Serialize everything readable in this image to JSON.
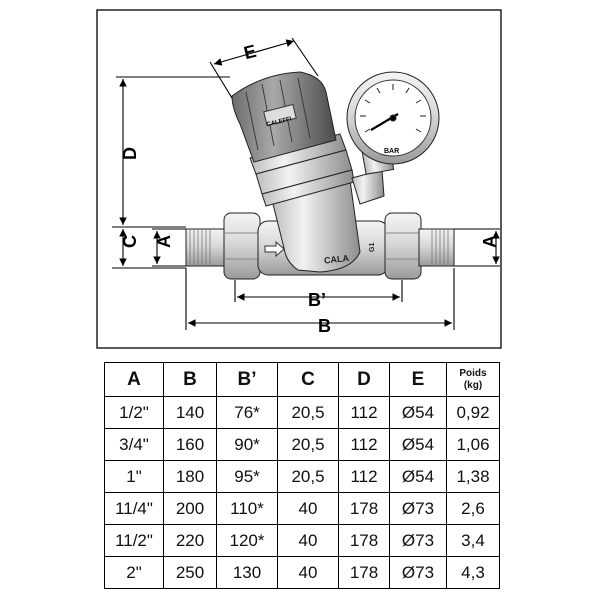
{
  "drawing": {
    "dimension_labels": {
      "E": "E",
      "D": "D",
      "C": "C",
      "A_left": "A",
      "A_right": "A",
      "B_prime": "B’",
      "B": "B"
    },
    "gauge_label": "BAR",
    "brand": "CALEFFI",
    "body_marking": "CALA",
    "body_marking_right": "G1"
  },
  "table": {
    "headers": [
      "A",
      "B",
      "B’",
      "C",
      "D",
      "E",
      "Poids",
      "(kg)"
    ],
    "rows": [
      [
        "1/2\"",
        "140",
        "76*",
        "20,5",
        "112",
        "Ø54",
        "0,92"
      ],
      [
        "3/4\"",
        "160",
        "90*",
        "20,5",
        "112",
        "Ø54",
        "1,06"
      ],
      [
        "1\"",
        "180",
        "95*",
        "20,5",
        "112",
        "Ø54",
        "1,38"
      ],
      [
        "11/4\"",
        "200",
        "110*",
        "40",
        "178",
        "Ø73",
        "2,6"
      ],
      [
        "11/2\"",
        "220",
        "120*",
        "40",
        "178",
        "Ø73",
        "3,4"
      ],
      [
        "2\"",
        "250",
        "130",
        "40",
        "178",
        "Ø73",
        "4,3"
      ]
    ]
  }
}
